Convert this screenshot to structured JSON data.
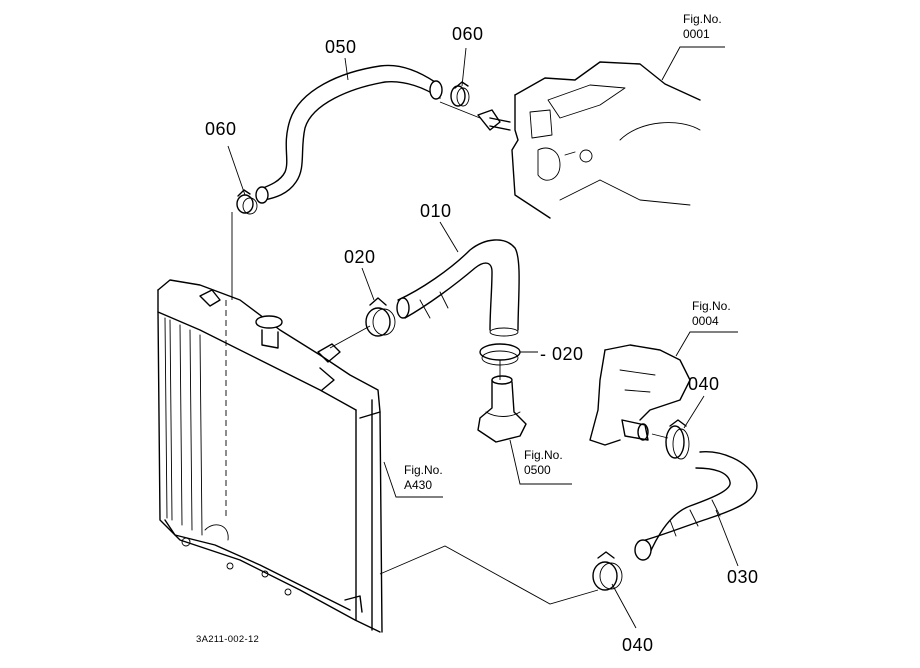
{
  "diagram": {
    "part_labels": [
      {
        "id": "p050",
        "text": "050"
      },
      {
        "id": "p060a",
        "text": "060"
      },
      {
        "id": "p060b",
        "text": "060"
      },
      {
        "id": "p010",
        "text": "010"
      },
      {
        "id": "p020a",
        "text": "020"
      },
      {
        "id": "p020b",
        "text": "020"
      },
      {
        "id": "p040a",
        "text": "040"
      },
      {
        "id": "p040b",
        "text": "040"
      },
      {
        "id": "p030",
        "text": "030"
      }
    ],
    "figure_refs": [
      {
        "id": "f0001",
        "title": "Fig.No.",
        "number": "0001"
      },
      {
        "id": "f0004",
        "title": "Fig.No.",
        "number": "0004"
      },
      {
        "id": "f0500",
        "title": "Fig.No.",
        "number": "0500"
      },
      {
        "id": "fA430",
        "title": "Fig.No.",
        "number": "A430"
      }
    ],
    "drawing_code": "3A211-002-12"
  }
}
